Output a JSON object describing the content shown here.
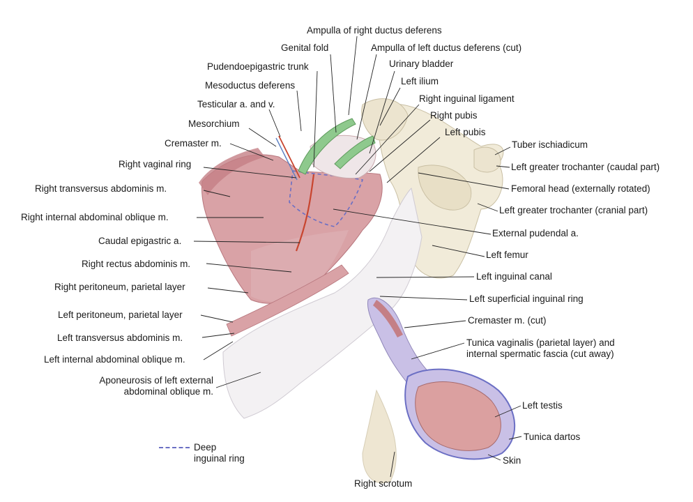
{
  "labels": {
    "ampulla_right_ductus_deferens": "Ampulla of right ductus deferens",
    "genital_fold": "Genital fold",
    "ampulla_left_ductus_deferens_cut": "Ampulla of left ductus deferens (cut)",
    "pudendoepigastric_trunk": "Pudendoepigastric trunk",
    "urinary_bladder": "Urinary bladder",
    "mesoductus_deferens": "Mesoductus deferens",
    "left_ilium": "Left ilium",
    "testicular_a_v": "Testicular a. and v.",
    "right_inguinal_ligament": "Right inguinal ligament",
    "right_pubis": "Right pubis",
    "mesorchium": "Mesorchium",
    "left_pubis": "Left pubis",
    "cremaster_m": "Cremaster m.",
    "tuber_ischiadicum": "Tuber ischiadicum",
    "right_vaginal_ring": "Right vaginal ring",
    "left_greater_trochanter_caudal": "Left greater trochanter (caudal part)",
    "right_transversus_abdominis": "Right transversus abdominis m.",
    "femoral_head": "Femoral head (externally rotated)",
    "left_greater_trochanter_cranial": "Left greater trochanter (cranial part)",
    "right_internal_abdominal_oblique": "Right internal abdominal oblique m.",
    "external_pudendal_a": "External pudendal a.",
    "caudal_epigastric_a": "Caudal epigastric a.",
    "left_femur": "Left femur",
    "right_rectus_abdominis": "Right rectus abdominis m.",
    "left_inguinal_canal": "Left inguinal canal",
    "right_peritoneum_parietal": "Right peritoneum, parietal layer",
    "left_superficial_inguinal_ring": "Left superficial inguinal ring",
    "left_peritoneum_parietal": "Left peritoneum, parietal layer",
    "cremaster_m_cut": "Cremaster m. (cut)",
    "left_transversus_abdominis": "Left transversus abdominis m.",
    "tunica_vaginalis": "Tunica vaginalis (parietal layer) and\ninternal spermatic fascia (cut away)",
    "left_internal_abdominal_oblique": "Left internal abdominal oblique m.",
    "aponeurosis_left_external_oblique": "Aponeurosis of left external\nabdominal oblique m.",
    "left_testis": "Left testis",
    "tunica_dartos": "Tunica dartos",
    "skin": "Skin",
    "right_scrotum": "Right scrotum"
  },
  "legend": {
    "deep_inguinal_ring": "Deep\ninguinal ring"
  },
  "colors": {
    "muscle": "#d9a2a6",
    "muscle_dark": "#c47f86",
    "bone": "#f1ebd9",
    "aponeurosis": "#f3f1f3",
    "tunica": "#c9c0e6",
    "green_ductus": "#8ec98d",
    "vessel": "#c8452f",
    "dashed_ring": "#6b6fc4"
  }
}
